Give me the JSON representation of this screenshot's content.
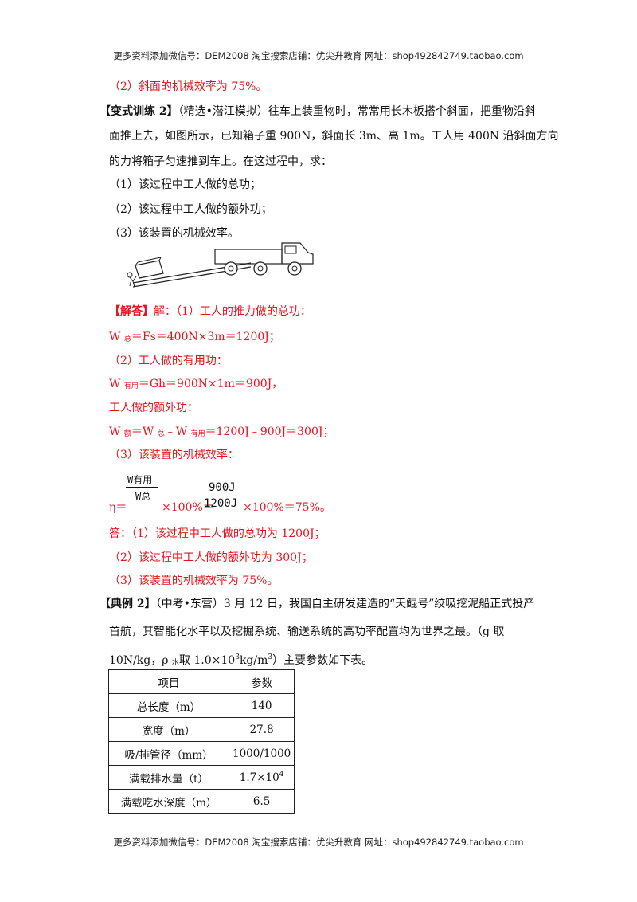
{
  "header": {
    "text": "更多资料添加微信号：DEM2008    淘宝搜索店铺：优尖升教育  网址：shop492842749.taobao.com"
  },
  "footer": {
    "text": "更多资料添加微信号：DEM2008    淘宝搜索店铺：优尖升教育  网址：shop492842749.taobao.com"
  },
  "prev_answer": "（2）斜面的机械效率为 75%。",
  "variant": {
    "tag": "【变式训练 2】",
    "line1": "（精选•潜江模拟）往车上装重物时，常常用长木板搭个斜面，把重物沿斜",
    "line2": "面推上去，如图所示，已知箱子重 900N，斜面长 3m、高 1m。工人用 400N 沿斜面方向",
    "line3": "的力将箱子匀速推到车上。在这过程中，求：",
    "q1": "（1）该过程中工人做的总功；",
    "q2": "（2）该过程中工人做的额外功；",
    "q3": "（3）该装置的机械效率。"
  },
  "solution": {
    "tag": "【解答】",
    "intro": "解：（1）工人的推力做的总功：",
    "w_total_prefix": "W ",
    "w_total_sub": "总",
    "w_total_eq": "＝Fs＝400N×3m＝1200J；",
    "step2": "（2）工人做的有用功：",
    "w_useful_prefix": "W ",
    "w_useful_sub": "有用",
    "w_useful_eq": "＝Gh＝900N×1m＝900J，",
    "extra_label": "工人做的额外功：",
    "w_extra_prefix": "W ",
    "w_extra_sub": "额",
    "w_extra_mid1": "＝W ",
    "w_extra_sub2": "总",
    "w_extra_mid2": "﹣W ",
    "w_extra_sub3": "有用",
    "w_extra_eq": "＝1200J﹣900J＝300J；",
    "step3": "（3）该装置的机械效率：",
    "eta_prefix": "η＝",
    "frac1_num": "W有用",
    "frac1_den": "W总",
    "mult1": "×100%＝",
    "frac2_num": "900J",
    "frac2_den": "1200J",
    "mult2": "×100%＝75%。",
    "ans_label": "答：",
    "ans1": "（1）该过程中工人做的总功为 1200J；",
    "ans2": "（2）该过程中工人做的额外功为 300J；",
    "ans3": "（3）该装置的机械效率为 75%。"
  },
  "example": {
    "tag": "【典例 2】",
    "line1": "（中考•东营）3 月 12 日，我国自主研发建造的“天鲲号”绞吸挖泥船正式投产",
    "line2": "首航，其智能化水平以及挖掘系统、输送系统的高功率配置均为世界之最。（g 取",
    "line3a": "10N/kg，ρ ",
    "line3_sub": "水",
    "line3b": "取 1.0×10",
    "line3_sup": "3",
    "line3c": "kg/m",
    "line3_sup2": "3",
    "line3d": "）主要参数如下表。"
  },
  "table": {
    "headers": [
      "项目",
      "参数"
    ],
    "rows": [
      [
        "总长度（m）",
        "140"
      ],
      [
        "宽度（m）",
        "27.8"
      ],
      [
        "吸/排管径（mm）",
        "1000/1000"
      ],
      [
        "满载排水量（t）",
        "1.7×10",
        "4"
      ],
      [
        "满载吃水深度（m）",
        "6.5"
      ]
    ]
  },
  "colors": {
    "answer_red": "#e8121c",
    "text": "#111111"
  },
  "figure": {
    "description_icon": "truck-ramp-figure"
  }
}
